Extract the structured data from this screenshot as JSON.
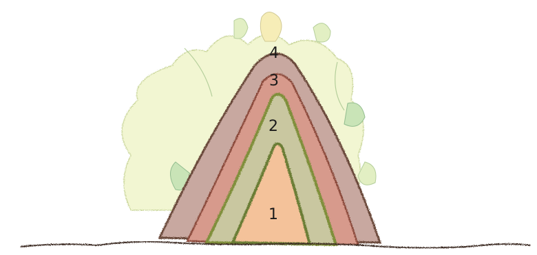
{
  "diagram": {
    "layers": [
      {
        "label": "1",
        "fill": "#f4c29a"
      },
      {
        "label": "2",
        "fill": "#c9c7a0"
      },
      {
        "label": "3",
        "fill": "#d79a8c"
      },
      {
        "label": "4",
        "fill": "#c8a8a0"
      }
    ],
    "colors": {
      "ground_line": "#3b2a22",
      "foliage": "#d7e58a",
      "foliage_dark": "#8bbf72",
      "outline": "#6b4a3a",
      "moss_edge": "#7f8f3a"
    }
  }
}
